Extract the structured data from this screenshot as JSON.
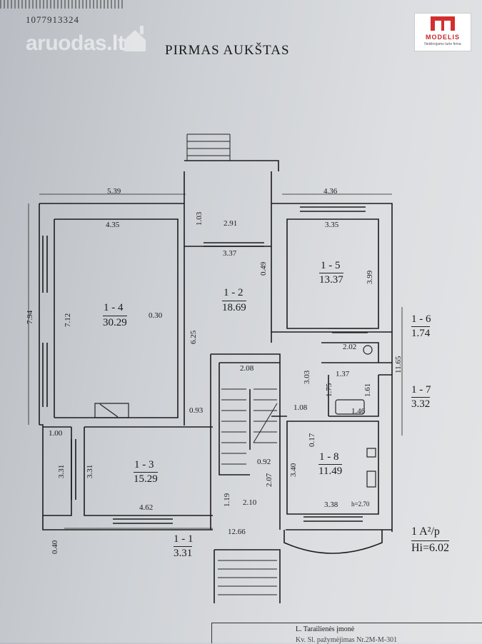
{
  "header": {
    "doc_number": "1077913324",
    "watermark": "aruodas",
    "watermark_suffix": ".lt",
    "title": "PIRMAS AUKŠTAS"
  },
  "logo": {
    "name": "MODELIS",
    "subtitle": "Nekilnojamo turto firma"
  },
  "rooms": {
    "r14": {
      "id": "1 - 4",
      "area": "30.29"
    },
    "r12": {
      "id": "1 - 2",
      "area": "18.69"
    },
    "r15": {
      "id": "1 - 5",
      "area": "13.37"
    },
    "r16": {
      "id": "1 - 6",
      "area": "1.74"
    },
    "r17": {
      "id": "1 - 7",
      "area": "3.32"
    },
    "r13": {
      "id": "1 - 3",
      "area": "15.29"
    },
    "r18": {
      "id": "1 - 8",
      "area": "11.49"
    },
    "r11": {
      "id": "1 - 1",
      "area": "3.31"
    }
  },
  "dims": {
    "d539": "5.39",
    "d436": "4.36",
    "d435": "4.35",
    "d291": "2.91",
    "d103": "1.03",
    "d335": "3.35",
    "d337": "3.37",
    "d049": "0.49",
    "d399": "3.99",
    "d794": "7.94",
    "d712": "7.12",
    "d030": "0.30",
    "d625": "6.25",
    "d202": "2.02",
    "d1165": "11.65",
    "d303": "3.03",
    "d208": "2.08",
    "d137": "1.37",
    "d175": "1.75",
    "d161": "1.61",
    "d146": "1.46",
    "d093": "0.93",
    "d108": "1.08",
    "d100": "1.00",
    "d017": "0.17",
    "d331a": "3.31",
    "d331b": "3.31",
    "d092": "0.92",
    "d340": "3.40",
    "d207": "2.07",
    "d119": "1.19",
    "d210": "2.10",
    "d462": "4.62",
    "d338": "3.38",
    "dh270": "h=2.70",
    "d1266": "12.66",
    "d040": "0.40"
  },
  "ratio": {
    "top": "1 A²/p",
    "bottom": "Hi=6.02"
  },
  "footer": {
    "line1": "L. Tarailienės įmonė",
    "line2": "Kv. Sl. pažymėjimas Nr.2M-M-301"
  }
}
